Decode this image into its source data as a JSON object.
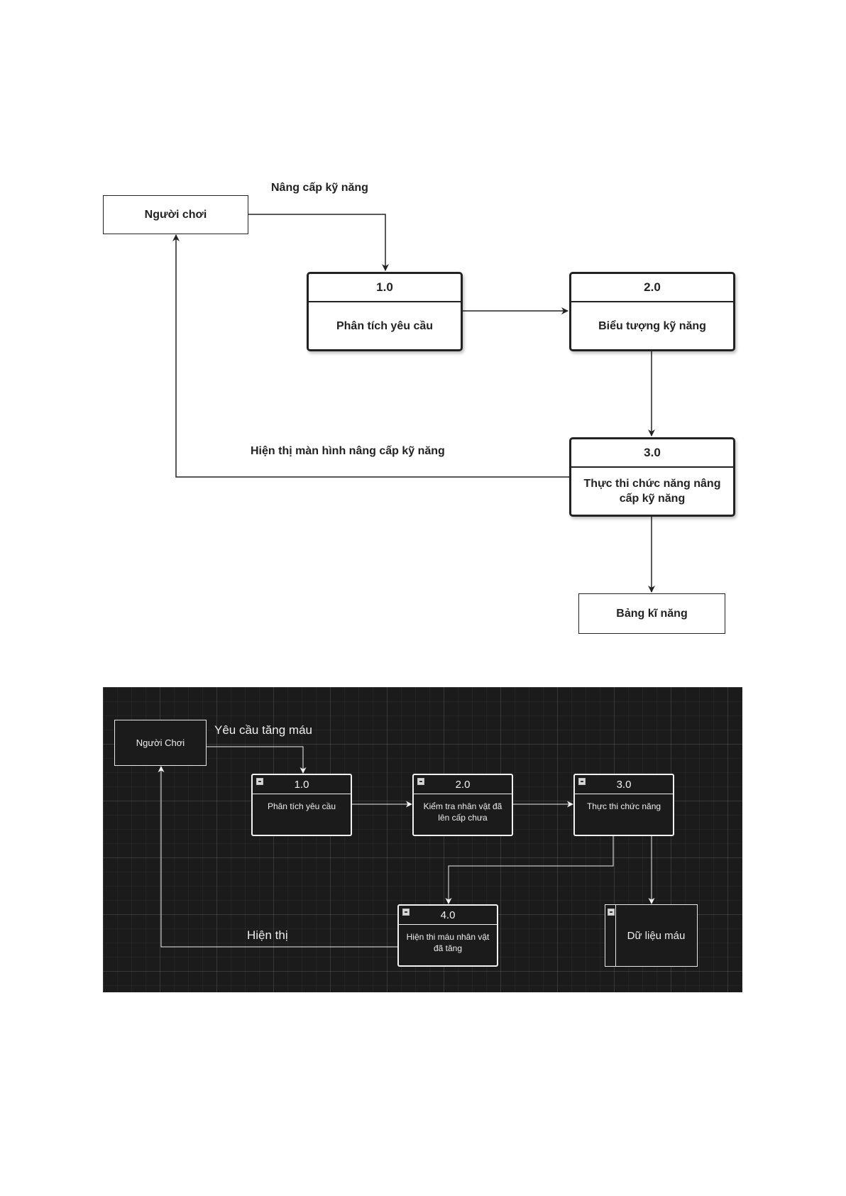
{
  "diagram1": {
    "entity_player": "Người chơi",
    "entity_table": "Bảng kĩ năng",
    "flow_request": "Nâng cấp kỹ năng",
    "flow_display": "Hiện thị màn hình nâng cấp kỹ năng",
    "processes": [
      {
        "id": "1.0",
        "name": "Phân tích yêu cầu"
      },
      {
        "id": "2.0",
        "name": "Biểu tượng kỹ năng"
      },
      {
        "id": "3.0",
        "name": "Thực thi chức năng nâng cấp kỹ năng"
      }
    ]
  },
  "diagram2": {
    "entity_player": "Người Chơi",
    "flow_request": "Yêu cầu tăng máu",
    "flow_display": "Hiện thị",
    "store": "Dữ liệu máu",
    "processes": [
      {
        "id": "1.0",
        "name": "Phân tích yêu cầu"
      },
      {
        "id": "2.0",
        "name": "Kiểm tra nhân vật đã lên cấp chưa"
      },
      {
        "id": "3.0",
        "name": "Thực thi chức năng"
      },
      {
        "id": "4.0",
        "name": "Hiện thi máu nhân vật đã tăng"
      }
    ],
    "icons": [
      "collapse-icon"
    ]
  }
}
